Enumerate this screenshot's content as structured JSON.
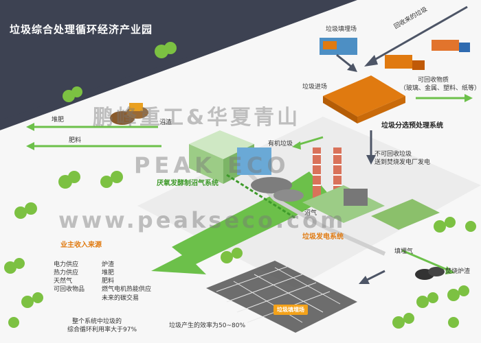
{
  "title": "垃圾综合处理循环经济产业园",
  "labels": {
    "landfill_top": "垃圾填埋场",
    "recycled_waste": "回收来的垃圾",
    "waste_entry": "垃圾进场",
    "recyclables": "可回收物质",
    "recyclables_detail": "（玻璃、金属、塑料、纸等）",
    "sorting_system": "垃圾分选预处理系统",
    "compost": "堆肥",
    "fertilizer": "肥料",
    "slag": "沼渣",
    "organic_waste": "有机垃圾",
    "biogas_system": "厌氧发酵制沼气系统",
    "non_recyclable_line1": "不可回收垃圾",
    "non_recyclable_line2": "送到焚烧发电厂发电",
    "biogas": "沼气",
    "power_system": "垃圾发电系统",
    "landfill_gas": "填埋气",
    "incineration_slag": "焚烧炉渣",
    "landfill_bottom": "垃圾填埋场",
    "income_title": "业主收入来源",
    "efficiency_line1": "整个系统中垃圾的",
    "efficiency_line2": "综合循环利用率大于97%",
    "generation_eff": "垃圾产生的效率为50~80%"
  },
  "income_col1": [
    "电力供应",
    "热力供应",
    "天然气",
    "可回收物品"
  ],
  "income_col2": [
    "炉渣",
    "堆肥",
    "肥料",
    "燃气电机热能供应",
    "未来的碳交易"
  ],
  "watermark": {
    "cn": "鹏峰重工&华夏青山",
    "en1": "PEAK ECO",
    "en2": "www.peakseco.com"
  },
  "colors": {
    "dark_band": "#3d4252",
    "green_arrow": "#6cc04a",
    "orange": "#e07a10",
    "tree": "#7cc142",
    "platform": "#f0f0f0"
  }
}
